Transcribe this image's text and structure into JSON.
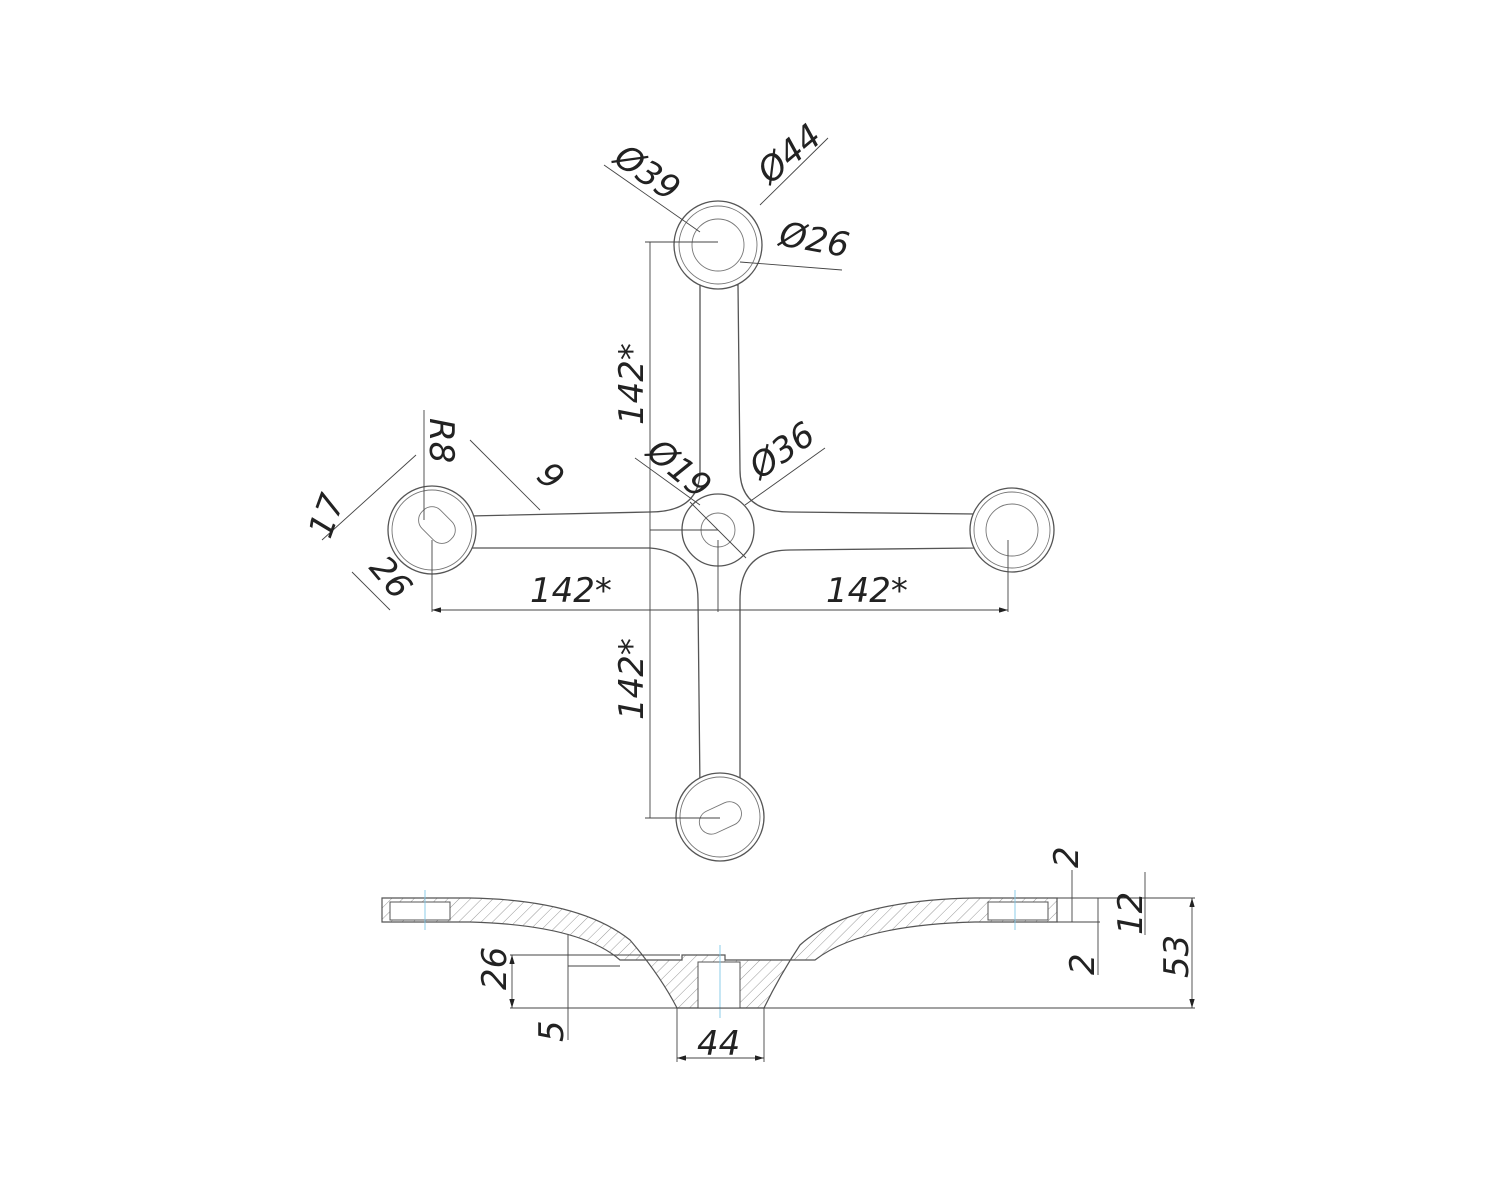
{
  "drawing": {
    "plan_view": {
      "top_hub": {
        "outer_dia": "Ø44",
        "ring_dia": "Ø39",
        "hole_dia": "Ø26"
      },
      "center_hub": {
        "outer_dia": "Ø36",
        "hole_dia": "Ø19"
      },
      "slot": {
        "radius": "R8",
        "width": "17",
        "length": "26",
        "offset": "9"
      },
      "arm_lengths": {
        "left": "142*",
        "right": "142*",
        "top": "142*",
        "bottom": "142*"
      }
    },
    "section_view": {
      "top_gap": "2",
      "plate_thickness": "12",
      "lower_gap": "2",
      "total_height": "53",
      "recess_height": "26",
      "recess_depth": "5",
      "base_width": "44"
    }
  }
}
